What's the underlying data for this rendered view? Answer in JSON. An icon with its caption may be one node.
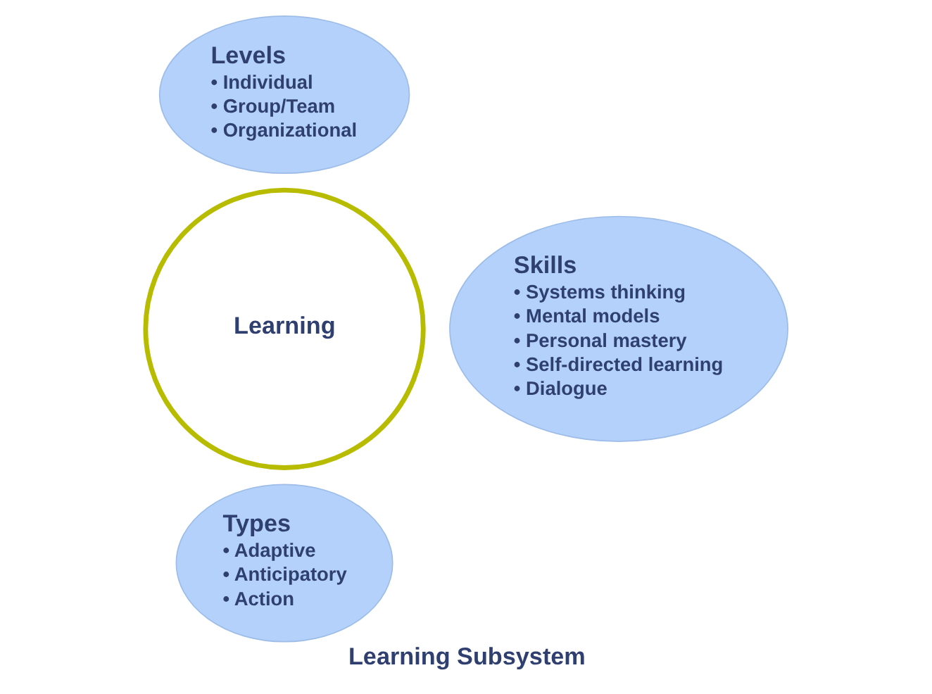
{
  "diagram": {
    "caption": "Learning Subsystem",
    "nodes": [
      {
        "text": [
          "Learning"
        ]
      },
      {
        "text": [
          "Levels",
          "• Individual",
          "• Group/Team",
          "• Organizational"
        ]
      },
      {
        "text": [
          "Skills",
          "• Systems thinking",
          "• Mental models",
          "• Personal mastery",
          "• Self-directed learning",
          "• Dialogue"
        ]
      },
      {
        "text": [
          "Types",
          "• Adaptive",
          "• Anticipatory",
          "• Action"
        ]
      }
    ],
    "edges": []
  }
}
